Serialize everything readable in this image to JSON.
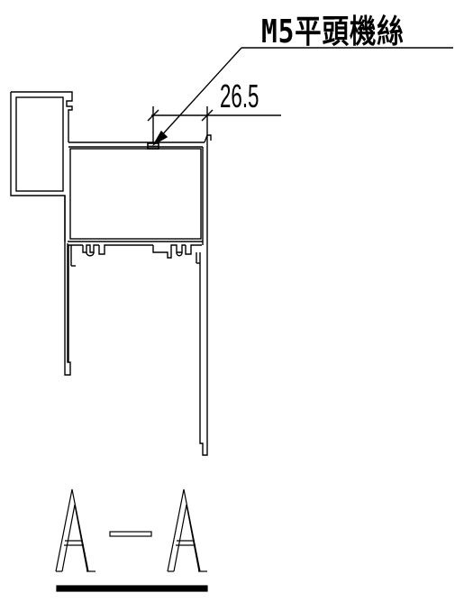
{
  "annotation": {
    "screw_label": "M5平頭機絲",
    "dimension_value": "26.5"
  },
  "section": {
    "left_letter": "A",
    "right_letter": "A"
  },
  "colors": {
    "line": "#000000",
    "background": "#ffffff"
  }
}
